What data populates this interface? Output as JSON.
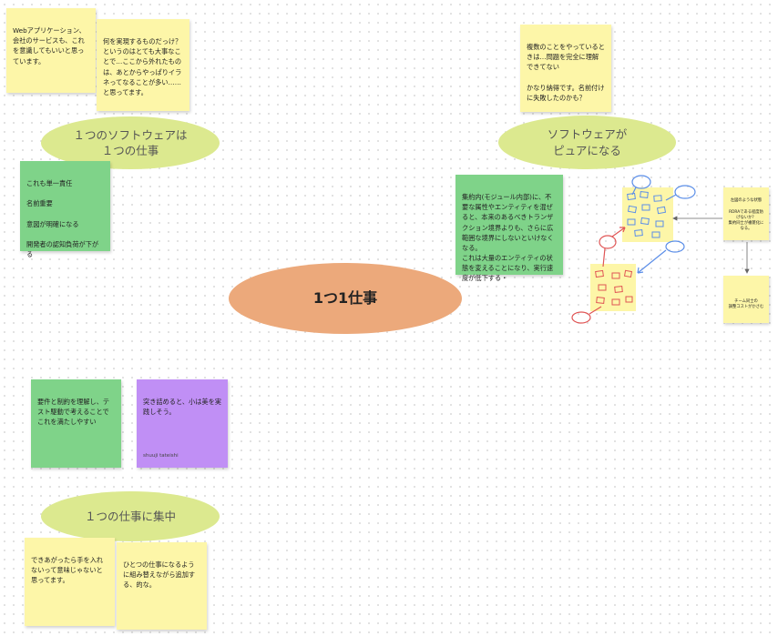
{
  "center": {
    "title": "1つ1仕事"
  },
  "topics": {
    "t1": "１つのソフトウェアは\n１つの仕事",
    "t2": "ソフトウェアが\nピュアになる",
    "t3": "１つの仕事に集中"
  },
  "notes": {
    "n1": "Webアプリケーション、会社のサービスも、これを意識してもいいと思っています。",
    "n2": "何を実現するものだっけ？というのはとても大事なことで…ここから外れたものは、あとからやっぱりイラネってなることが多い……と思ってます。",
    "n3": "複数のことをやっているときは…問題を完全に理解できてない\n\nかなり納得です。名前付けに失敗したのかも？",
    "n4": "これも単一責任\n\n名前重要\n\n意図が明確になる\n\n開発者の認知負荷が下がる",
    "n5": "集約内(モジュール内部)に、不要な属性やエンティティを混ぜると、本来のあるべきトランザクション境界よりも、さらに広範囲な境界にしないといけなくなる。\nこれは大量のエンティティの状態を変えることになり、実行速度が低下する・",
    "n6": "要件と制約を理解し、テスト駆動で考えることでこれを満たしやすい",
    "n7": "突き詰めると、小は美を実践しそう。",
    "n7_author": "shuuji tateishi",
    "n8": "できあがったら手を入れないって意味じゃないと思ってます。",
    "n9": "ひとつの仕事になるように組み替えながら追加する、的な。",
    "mini1": "左図のような状態\n\nRDRAである程度防げないか？\n集約同士が複雑化になる。",
    "mini2": "チーム同士の\n調整コストがかさむ"
  },
  "colors": {
    "yellow": "#fdf6a8",
    "green": "#7fd389",
    "purple": "#c08ff5",
    "lime": "#dce98f",
    "orange": "#eca97b",
    "blue_stroke": "#5b8ee8",
    "red_stroke": "#e05555"
  }
}
